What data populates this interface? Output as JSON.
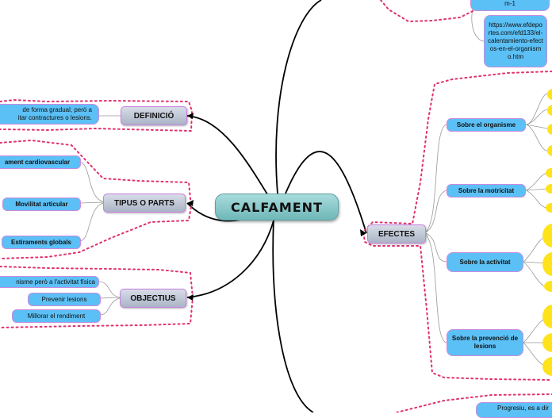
{
  "central": {
    "label": "CALFAMENT"
  },
  "branches": {
    "definicio": {
      "label": "DEFINICIÓ",
      "text_line1": "de forma gradual, però a",
      "text_line2": "itar contractures o lesions."
    },
    "tipus": {
      "label": "TIPUS O PARTS",
      "items": [
        "ament cardiovascular",
        "Movilitat articular",
        "Estiraments globals"
      ]
    },
    "objectius": {
      "label": "OBJECTIUS",
      "items": [
        "nisme però a l'activitat física",
        "Prevenir lesions",
        "Millorar el rendiment"
      ]
    },
    "efectes": {
      "label": "EFECTES",
      "items": [
        "Sobre el organisme",
        "Sobre la motricitat",
        "Sobre la activitat",
        "Sobre la prevenció de lesions"
      ]
    },
    "sources": {
      "top_fragment": "m-1",
      "url_text": "https://www.efdeportes.com/efd133/el-calentamiento-efectos-en-el-organismo.htm"
    },
    "bottom": {
      "fragment": "Progresiu, es a dir"
    }
  },
  "colors": {
    "node_blue": "#5bc0f5",
    "node_border": "#c88be0",
    "yellow_leaf": "#ffe31a",
    "dotted_boundary": "#e0316e",
    "central_fill": "#8ccbcc"
  }
}
